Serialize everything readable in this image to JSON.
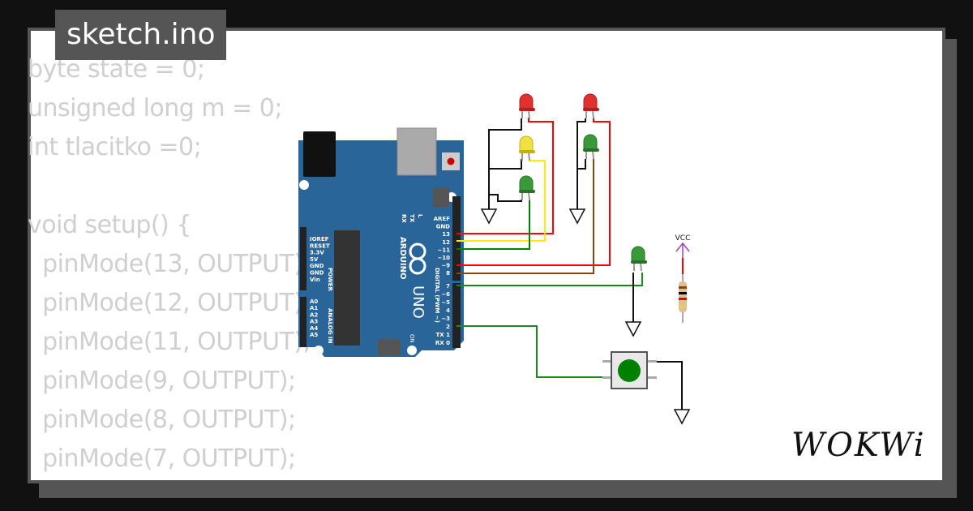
{
  "window": {
    "title": "sketch.ino"
  },
  "code": {
    "lines": [
      "byte state = 0;",
      "unsigned long m = 0;",
      "int tlacitko =0;",
      "",
      "void setup() {",
      "  pinMode(13, OUTPUT);",
      "  pinMode(12, OUTPUT);",
      "  pinMode(11, OUTPUT);",
      "  pinMode(9, OUTPUT);",
      "  pinMode(8, OUTPUT);",
      "  pinMode(7, OUTPUT);"
    ]
  },
  "arduino": {
    "brand": "ARDUINO",
    "model": "UNO",
    "power_pins": [
      "IOREF",
      "RESET",
      "3.3V",
      "5V",
      "GND",
      "GND",
      "Vin"
    ],
    "power_label": "POWER",
    "analog_pins": [
      "A0",
      "A1",
      "A2",
      "A3",
      "A4",
      "A5"
    ],
    "analog_label": "ANALOG IN",
    "digital_top": [
      "AREF",
      "GND",
      "13",
      "12",
      "~11",
      "~10",
      "~9",
      "8"
    ],
    "digital_bottom": [
      "7",
      "~6",
      "~5",
      "4",
      "~3",
      "2",
      "TX 1",
      "RX 0"
    ],
    "digital_label": "DIGITAL (PWM ~)",
    "led_labels": [
      "RX",
      "TX",
      "L"
    ],
    "on_label": "ON",
    "board_color": "#2a6599"
  },
  "components": {
    "vcc_label": "VCC",
    "wire_colors": {
      "pin13": "#ff0000",
      "pin12": "#ffee00",
      "pin11": "#008000",
      "pin9": "#ff0000",
      "pin8": "#8b4513",
      "pin7": "#1a8a1a",
      "pin2": "#1a8a1a"
    },
    "leds": [
      "red",
      "yellow",
      "green",
      "red",
      "green",
      "green"
    ]
  },
  "logo": {
    "text": "WOKWi"
  }
}
